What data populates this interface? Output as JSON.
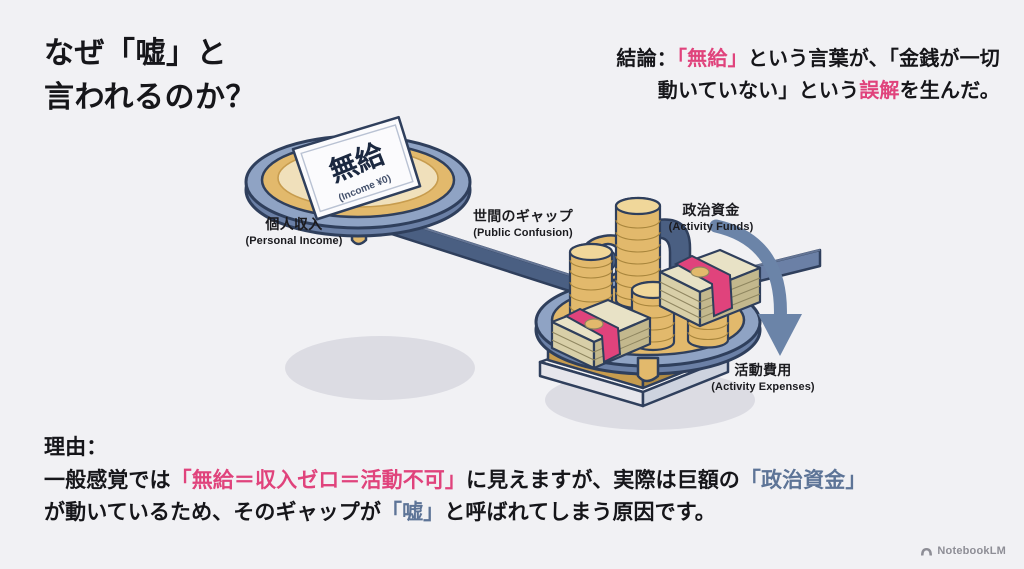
{
  "background_color": "#f1f1f4",
  "accent_colors": {
    "pink": "#e0437c",
    "slate_blue": "#5d7497",
    "gold": "#e2b96c",
    "navy": "#4a5f82",
    "text": "#16161a"
  },
  "title": {
    "line1": "なぜ「嘘」と",
    "line2": "言われるのか？"
  },
  "conclusion": {
    "line1_prefix": "結論：",
    "line1_pink": "「無給」",
    "line1_suffix": "という言葉が、「金銭が一切",
    "line2_prefix": "動いていない」という",
    "line2_pink": "誤解",
    "line2_suffix": "を生んだ。"
  },
  "reason": {
    "heading": "理由：",
    "line2_prefix": "一般感覚では",
    "line2_pink": "「無給＝収入ゼロ＝活動不可」",
    "line2_mid": "に見えますが、実際は巨額の",
    "line2_blue": "「政治資金」",
    "line3_prefix": "が動いているため、そのギャップが",
    "line3_blue": "「嘘」",
    "line3_suffix": "と呼ばれてしまう原因です。"
  },
  "illustration": {
    "paper": {
      "jp": "無給",
      "en": "(Income ¥0)"
    },
    "labels": [
      {
        "id": "personal-income",
        "jp": "個人収入",
        "en": "(Personal Income)"
      },
      {
        "id": "public-confusion",
        "jp": "世間のギャップ",
        "en": "(Public Confusion)"
      },
      {
        "id": "activity-funds",
        "jp": "政治資金",
        "en": "(Activity Funds)"
      },
      {
        "id": "activity-expenses",
        "jp": "活動費用",
        "en": "(Activity Expenses)"
      }
    ]
  },
  "watermark": {
    "label": "NotebookLM"
  }
}
